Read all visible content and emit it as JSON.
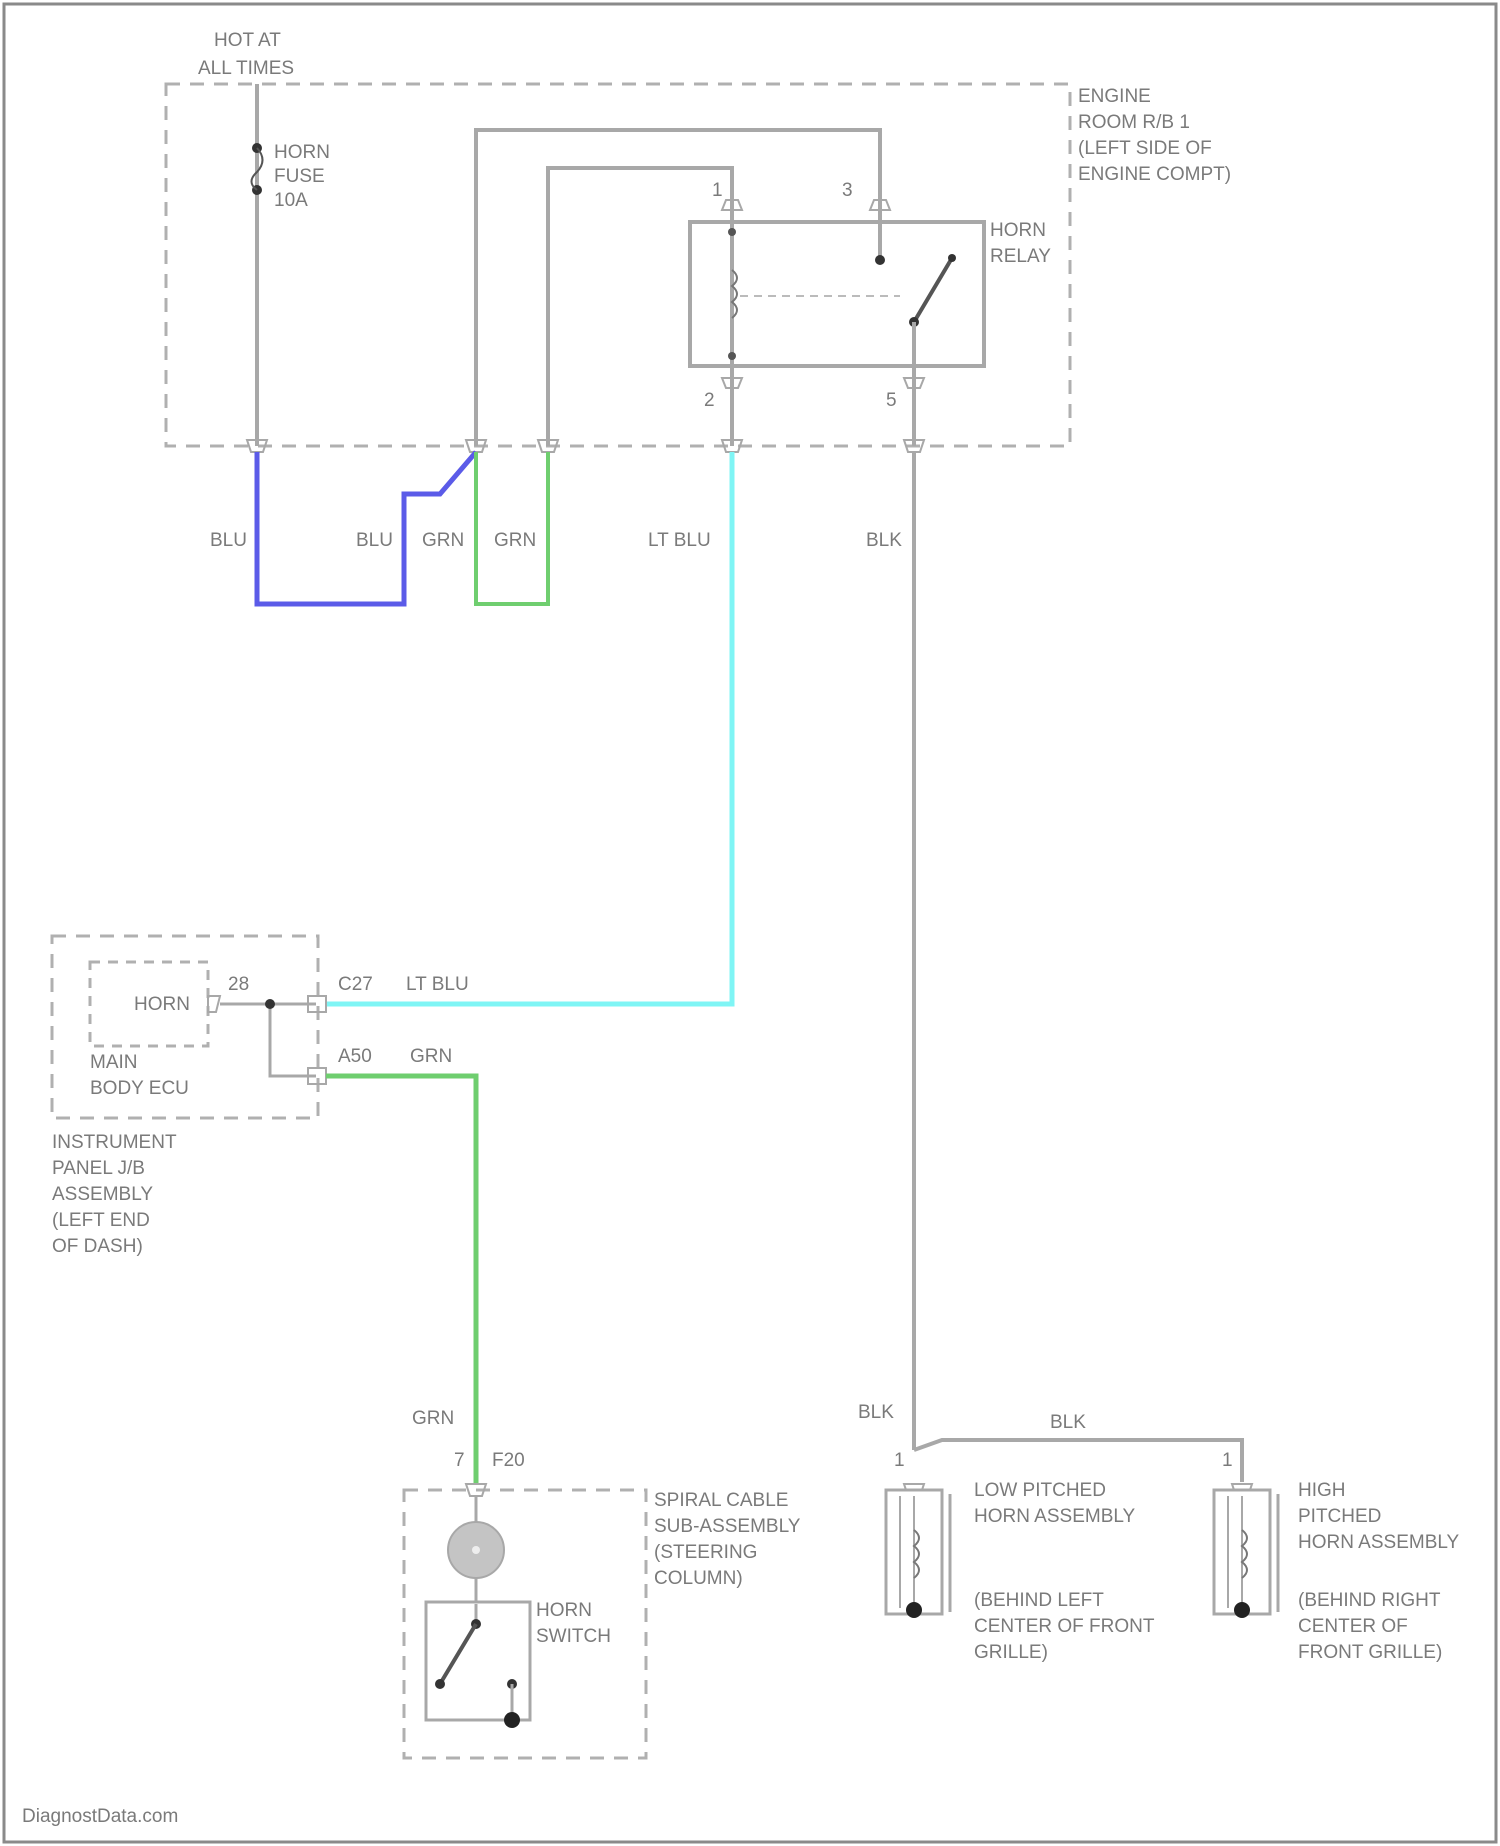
{
  "power": {
    "label_line1": "HOT AT",
    "label_line2": "ALL TIMES"
  },
  "fuse": {
    "name": "HORN",
    "line2": "FUSE",
    "rating": "10A"
  },
  "engine_rb": {
    "line1": "ENGINE",
    "line2": "ROOM R/B 1",
    "line3": "(LEFT SIDE OF",
    "line4": "ENGINE COMPT)"
  },
  "relay": {
    "line1": "HORN",
    "line2": "RELAY",
    "pin1": "1",
    "pin2": "2",
    "pin3": "3",
    "pin5": "5"
  },
  "wires": {
    "blu1": "BLU",
    "blu2": "BLU",
    "grn1": "GRN",
    "grn2": "GRN",
    "ltblu": "LT BLU",
    "blk": "BLK",
    "ltblu_ecu": "LT BLU",
    "grn_ecu": "GRN",
    "grn_switch": "GRN",
    "blk_horn": "BLK",
    "blk_jumper": "BLK"
  },
  "colors": {
    "blu": "#5b5be8",
    "grn": "#6fce6f",
    "ltblu": "#7ff5f5",
    "gray": "#a8a8a8"
  },
  "ecu": {
    "horn": "HORN",
    "pin28": "28",
    "c27": "C27",
    "a50": "A50",
    "name1": "MAIN",
    "name2": "BODY ECU"
  },
  "ip_jb": {
    "line1": "INSTRUMENT",
    "line2": "PANEL J/B",
    "line3": "ASSEMBLY",
    "line4": "(LEFT END",
    "line5": "OF DASH)"
  },
  "spiral": {
    "pin7": "7",
    "conn": "F20",
    "line1": "SPIRAL CABLE",
    "line2": "SUB-ASSEMBLY",
    "line3": "(STEERING",
    "line4": "COLUMN)"
  },
  "horn_switch": {
    "line1": "HORN",
    "line2": "SWITCH"
  },
  "low_horn": {
    "pin": "1",
    "line1": "LOW PITCHED",
    "line2": "HORN ASSEMBLY",
    "loc1": "(BEHIND LEFT",
    "loc2": "CENTER OF FRONT",
    "loc3": "GRILLE)"
  },
  "high_horn": {
    "pin": "1",
    "line1": "HIGH",
    "line2": "PITCHED",
    "line3": "HORN ASSEMBLY",
    "loc1": "(BEHIND RIGHT",
    "loc2": "CENTER OF",
    "loc3": "FRONT GRILLE)"
  },
  "footer": {
    "watermark": "DiagnostData.com"
  }
}
